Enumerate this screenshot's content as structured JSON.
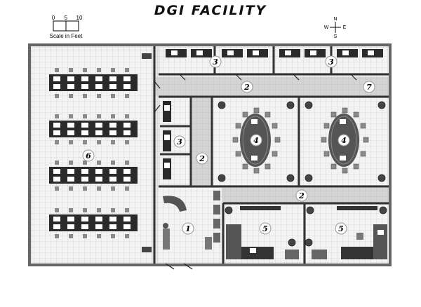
{
  "title": "DGI FACILITY",
  "scale": {
    "ticks": [
      "0",
      "5",
      "10"
    ],
    "label": "Scale in Feet"
  },
  "compass": {
    "n": "N",
    "s": "S",
    "e": "E",
    "w": "W"
  },
  "rooms": [
    {
      "id": "1",
      "label": "1"
    },
    {
      "id": "2",
      "label": "2"
    },
    {
      "id": "3",
      "label": "3"
    },
    {
      "id": "4",
      "label": "4"
    },
    {
      "id": "5",
      "label": "5"
    },
    {
      "id": "6",
      "label": "6"
    },
    {
      "id": "7",
      "label": "7"
    }
  ],
  "colors": {
    "wall": "#3a3a3a",
    "floor_grid": "#e4e4e4",
    "floor_corridor": "#cfcfcf",
    "floor_office": "#e9e9e9",
    "desk": "#2a2a2a",
    "table": "#555555",
    "chair": "#777777",
    "marker_fill": "#ffffff"
  }
}
